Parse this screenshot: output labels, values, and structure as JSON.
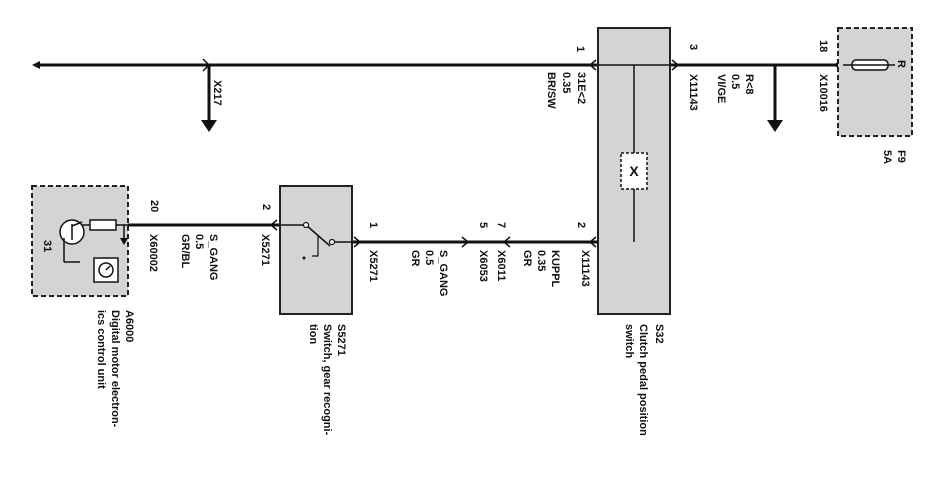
{
  "top_wire": {
    "left_connector": "X217",
    "s32_pin": "1",
    "wire_spec": [
      "31E<2",
      "0.35",
      "BR/SW"
    ],
    "right_pin": "3",
    "right_connector": "X11143",
    "right_wire_spec": [
      "R<8",
      "0.5",
      "VI/GE"
    ],
    "fuse_pin": "18",
    "fuse_connector": "X10016",
    "fuse_r": "R"
  },
  "fuse": {
    "id": "F9",
    "rating": "5A"
  },
  "s32": {
    "id": "S32",
    "name": "Clutch pedal position switch",
    "lines": [
      "Clutch pedal position",
      "switch"
    ]
  },
  "bottom_wire": {
    "dme_pin": "20",
    "dme_connector": "X60002",
    "dme_spec": [
      "S_GANG",
      "0.5",
      "GR/BL"
    ],
    "s5271_left_pin": "2",
    "s5271_left_conn": "X5271",
    "s5271_right_pin": "1",
    "s5271_right_conn": "X5271",
    "mid_spec": [
      "S_GANG",
      "0.5",
      "GR"
    ],
    "x6053_pin": "5",
    "x6053": "X6053",
    "x6011_pin": "7",
    "x6011": "X6011",
    "s32_pin": "2",
    "s32_conn": "X11143",
    "s32_spec": [
      "KUPPL",
      "0.35",
      "GR"
    ]
  },
  "s5271": {
    "id": "S5271",
    "lines": [
      "Switch, gear recogni-",
      "tion"
    ]
  },
  "a6000": {
    "id": "A6000",
    "lines": [
      "Digital motor electron-",
      "ics control unit"
    ],
    "pin31": "31"
  },
  "colors": {
    "line": "#111111",
    "box_fill": "#d4d4d4",
    "box_stroke": "#222222"
  }
}
